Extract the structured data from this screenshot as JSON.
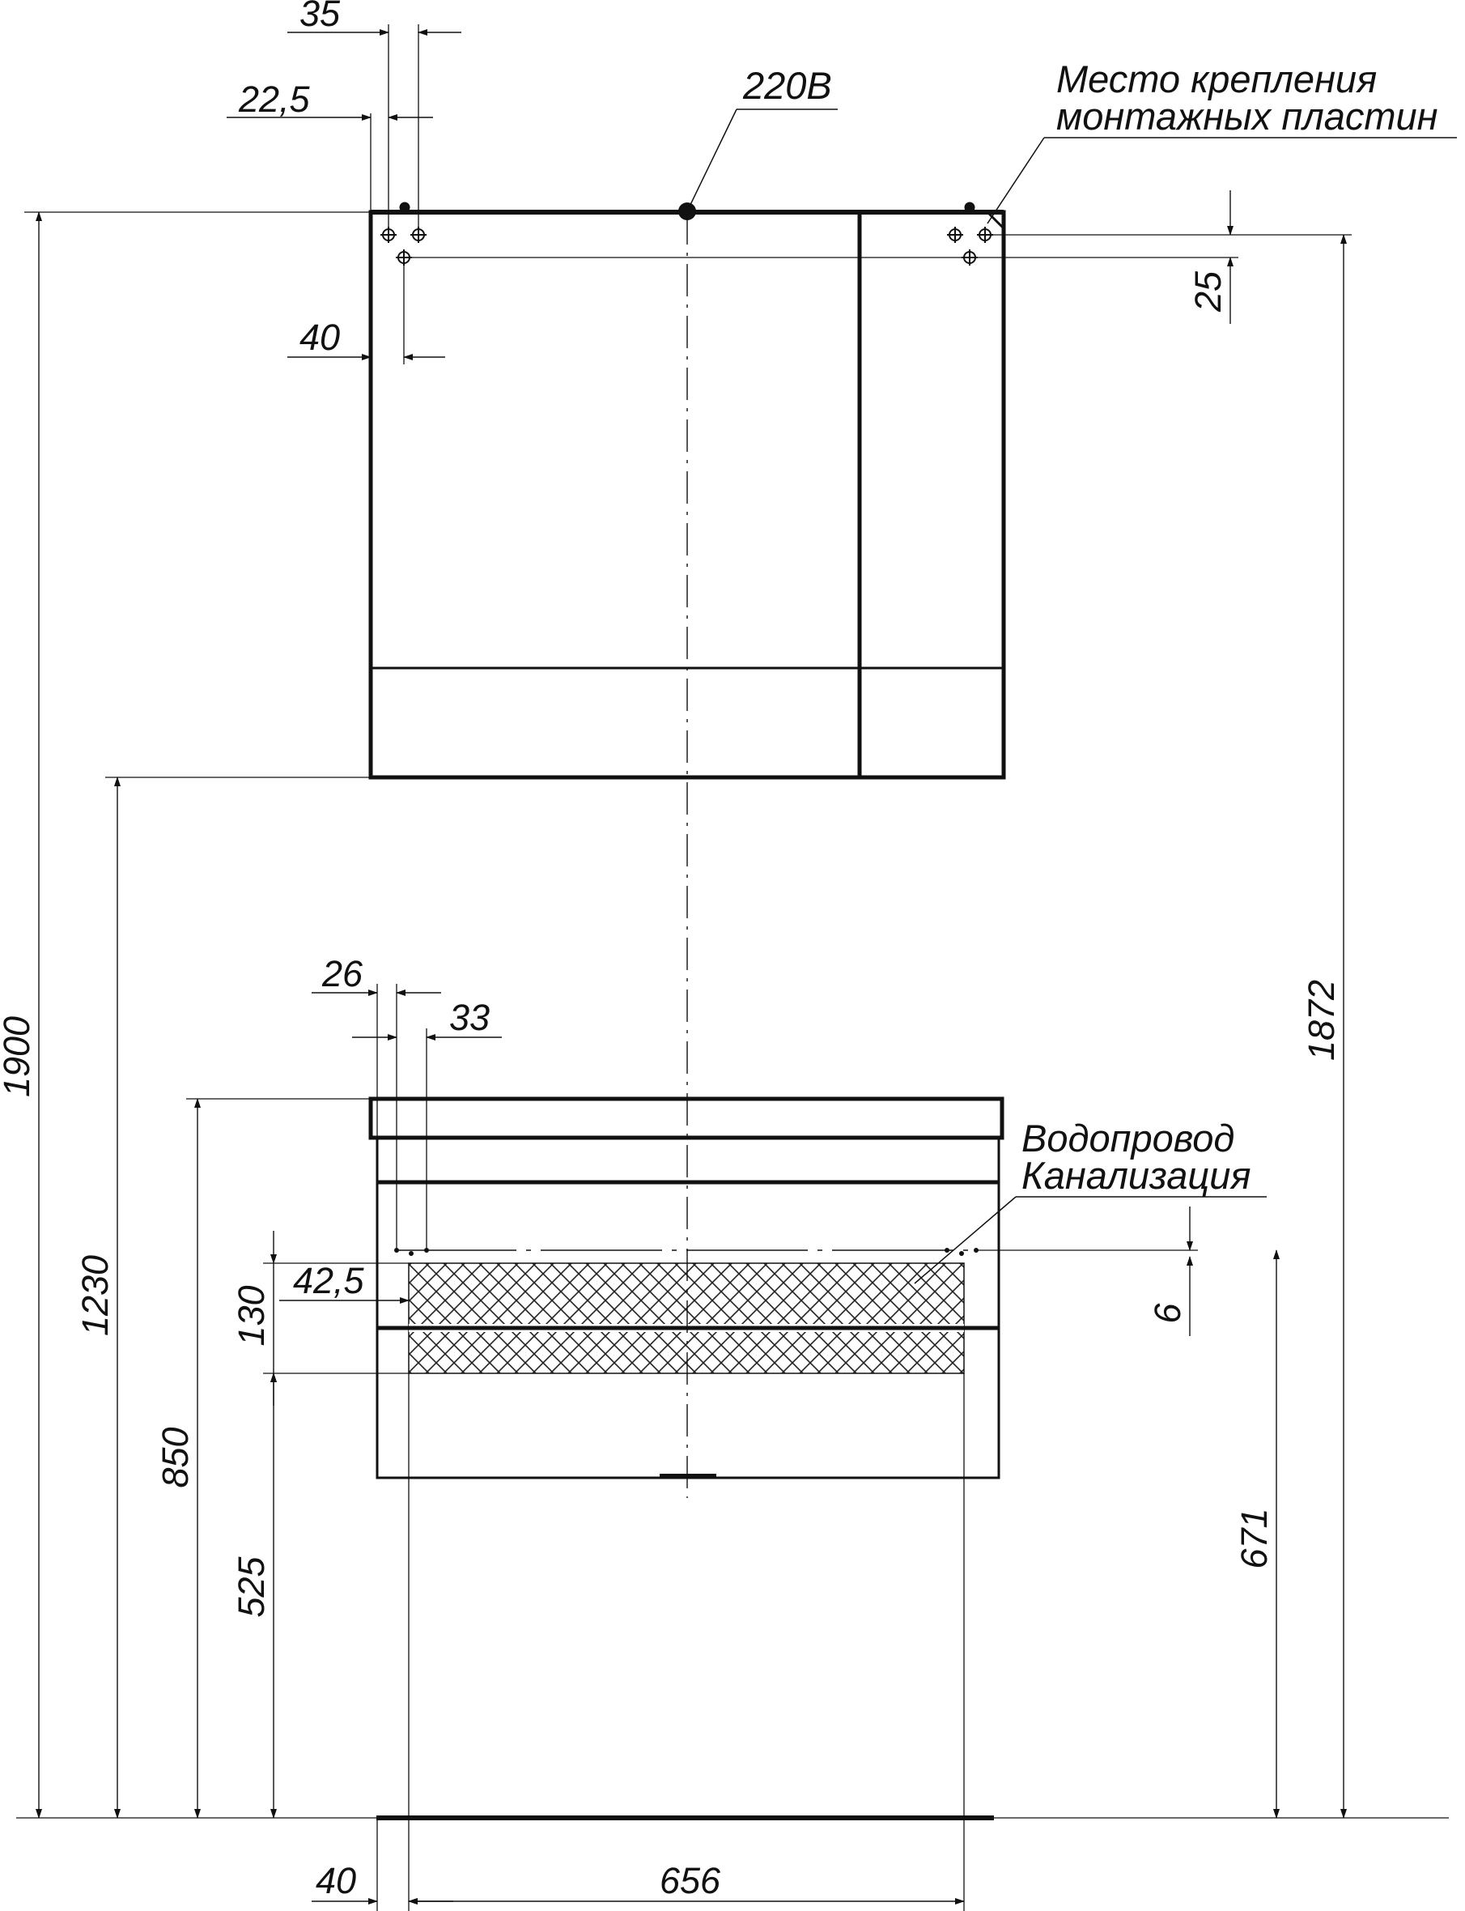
{
  "drawing": {
    "labels": {
      "power": "220В",
      "mount_line1": "Место крепления",
      "mount_line2": "монтажных пластин",
      "pipes_line1": "Водопровод",
      "pipes_line2": "Канализация"
    },
    "dimensions": {
      "mirror_hole_offset_35": "35",
      "mirror_hole_offset_22_5": "22,5",
      "mirror_hole_offset_40": "40",
      "mirror_hole_spacing_25": "25",
      "total_height_1900": "1900",
      "mount_height_1872": "1872",
      "mirror_bottom_1230": "1230",
      "vanity_top_850": "850",
      "comm_zone_525": "525",
      "comm_zone_130": "130",
      "comm_offset_42_5": "42,5",
      "hole_offset_26": "26",
      "hole_offset_33": "33",
      "hole_gap_6": "6",
      "hole_height_671": "671",
      "bottom_offset_40": "40",
      "comm_width_656": "656"
    }
  }
}
